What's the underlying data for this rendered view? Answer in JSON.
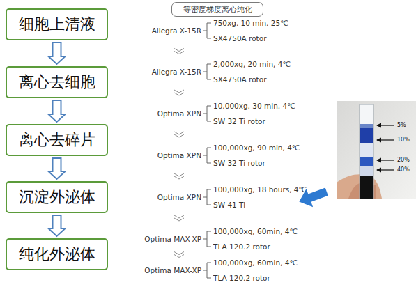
{
  "diagram": {
    "nodes": [
      {
        "text": [
          "细胞上清液"
        ]
      },
      {
        "text": [
          "离心去细胞"
        ]
      },
      {
        "text": [
          "离心去碎片"
        ]
      },
      {
        "text": [
          "沉淀外泌体"
        ]
      },
      {
        "text": [
          "纯化外泌体"
        ]
      },
      {
        "text": [
          "等密度梯度离心纯化"
        ]
      }
    ],
    "edges": [
      {
        "from": 0,
        "to": 1,
        "arrow": "to"
      },
      {
        "from": 1,
        "to": 2,
        "arrow": "to"
      },
      {
        "from": 2,
        "to": 3,
        "arrow": "to"
      },
      {
        "from": 3,
        "to": 4,
        "arrow": "to"
      }
    ],
    "labels": [
      "Allegra X-15R",
      "750xg, 10 min, 25℃",
      "SX4750A rotor",
      "Allegra X-15R",
      "2,000xg, 20 min, 4℃",
      "SX4750A rotor",
      "Optima XPN",
      "10,000xg, 30 min, 4℃",
      "SW 32 Ti rotor",
      "Optima XPN",
      "100,000xg, 90 min, 4℃",
      "SW 32 Ti rotor",
      "Optima XPN",
      "100,000xg, 18 hours, 4℃",
      "SW 41 Ti",
      "Optima MAX-XP",
      "100,000xg, 60min, 4℃",
      "TLA 120.2 rotor",
      "Optima MAX-XP",
      "100,000xg, 60min, 4℃",
      "TLA 120.2 rotor",
      "5%",
      "10%",
      "20%",
      "40%"
    ]
  }
}
